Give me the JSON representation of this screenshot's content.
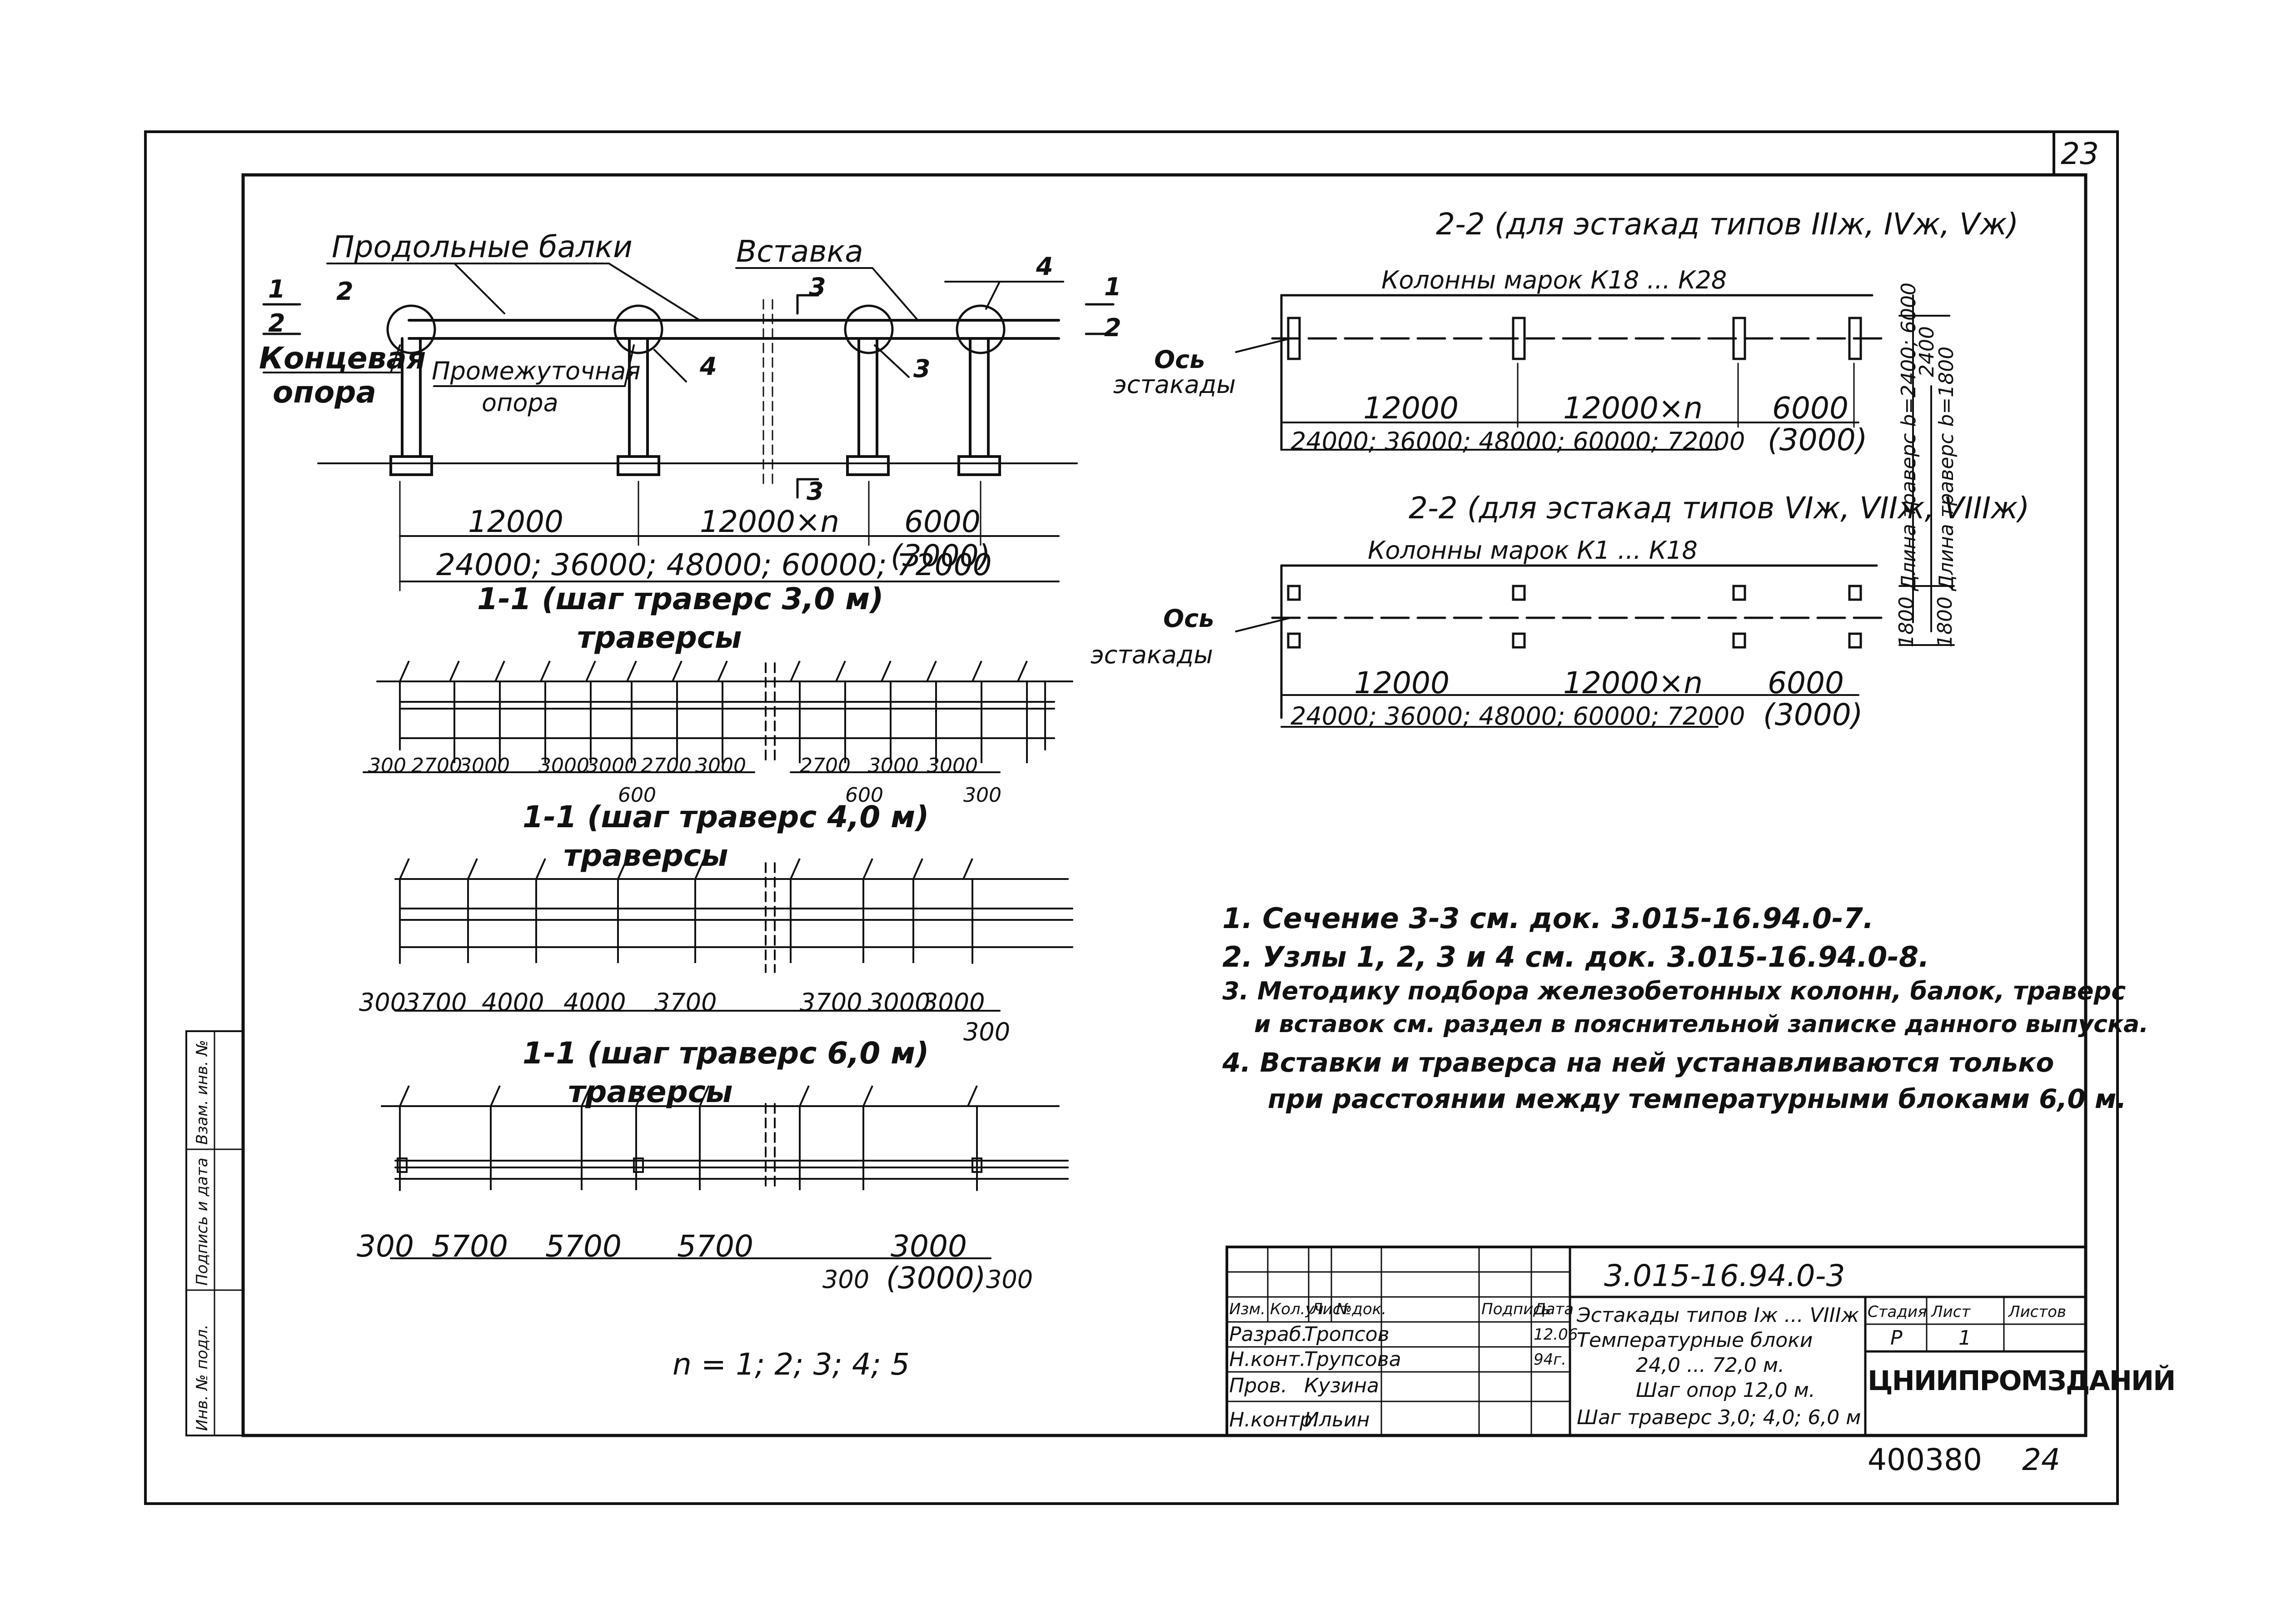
{
  "sheet_number": "23",
  "page_bottom_right": "24",
  "archive_number": "400380",
  "section_1_1": {
    "beams_label": "Продольные балки",
    "insert_label": "Вставка",
    "end_support": "Концевая",
    "end_support_2": "опора",
    "mid_support": "Промежуточная",
    "mid_support_2": "опора",
    "node_1a": "1",
    "node_2": "2",
    "node_4a": "4",
    "node_4b": "4",
    "node_3": "3",
    "cut_1": "1",
    "cut_2": "2",
    "cut_3_top": "3",
    "cut_3_bottom": "3",
    "mark_1": "1",
    "mark_2": "2",
    "dim_12000": "12000",
    "dim_12000n": "12000×n",
    "dim_6000": "6000",
    "dim_3000": "(3000)",
    "dim_total": "24000; 36000; 48000; 60000; 72000"
  },
  "plan_3m": {
    "title": "1-1 (шаг траверс 3,0 м)",
    "traverses": "траверсы",
    "dims": [
      "300",
      "2700",
      "3000",
      "3000",
      "3000",
      "2700",
      "3000",
      "2700",
      "3000",
      "3000"
    ],
    "sub_600": "600",
    "sub_600b": "600",
    "sub_300": "300"
  },
  "plan_4m": {
    "title": "1-1 (шаг траверс 4,0 м)",
    "traverses": "траверсы",
    "dims": [
      "300",
      "3700",
      "4000",
      "4000",
      "3700",
      "3700",
      "3000",
      "3000"
    ],
    "end_300": "300"
  },
  "plan_6m": {
    "title": "1-1 (шаг траверс 6,0 м)",
    "traverses": "траверсы",
    "dims": [
      "300",
      "5700",
      "5700",
      "5700"
    ],
    "dim_3000": "3000",
    "dim_3000b": "(3000)",
    "end_300a": "300",
    "end_300b": "300"
  },
  "n_values": "n = 1; 2; 3; 4; 5",
  "section_2_2_top": {
    "title": "2-2 (для эстакад типов IIIж, IVж, Vж)",
    "columns": "Колонны марок К18 ... К28",
    "axis": "Ось",
    "axis_2": "эстакады",
    "dim_12000": "12000",
    "dim_12000n": "12000×n",
    "dim_6000": "6000",
    "dim_3000": "(3000)",
    "dim_total": "24000; 36000; 48000; 60000; 72000",
    "dim_2400": "2400"
  },
  "section_2_2_bottom": {
    "title": "2-2 (для эстакад типов VIж, VIIж, VIIIж)",
    "columns": "Колонны марок К1 ... К18",
    "axis": "Ось",
    "axis_2": "эстакады",
    "dim_12000": "12000",
    "dim_12000n": "12000×n",
    "dim_6000": "6000",
    "dim_3000": "(3000)",
    "dim_total": "24000; 36000; 48000; 60000; 72000",
    "dim_1800": "1800",
    "dim_1800b": "1800",
    "side_1": "Длина траверс b=2400; 6000",
    "side_2": "Длина траверс b=1800"
  },
  "notes": [
    "1. Сечение 3-3 см. док. 3.015-16.94.0-7.",
    "2. Узлы 1, 2, 3 и 4 см. док. 3.015-16.94.0-8.",
    "3. Методику подбора железобетонных колонн, балок, траверс",
    "и вставок см. раздел в пояснительной записке данного выпуска.",
    "4. Вставки и траверса на ней устанавливаются только",
    "при расстоянии между температурными блоками 6,0 м."
  ],
  "stamp": {
    "code": "3.015-16.94.0-3",
    "header": [
      "Изм.",
      "Кол.уч",
      "Лист",
      "№док.",
      "Подпись",
      "Дата"
    ],
    "rows": [
      [
        "Разраб.",
        "Тропсов",
        "",
        "12.06"
      ],
      [
        "Н.конт.",
        "Трупсова",
        "",
        "94г."
      ],
      [
        "Пров.",
        "Кузина",
        "",
        ""
      ],
      [
        "Н.контр.",
        "Ильин",
        "",
        ""
      ]
    ],
    "title_lines": [
      "Эстакады типов Iж ... VIIIж",
      "Температурные блоки",
      "24,0 ... 72,0 м.",
      "Шаг опор 12,0 м.",
      "Шаг траверс 3,0; 4,0; 6,0 м"
    ],
    "stage_hdr": "Стадия",
    "sheet_hdr": "Лист",
    "sheets_hdr": "Листов",
    "stage_val": "Р",
    "sheet_val": "1",
    "org": "ЦНИИПРОМЗДАНИЙ"
  },
  "side_stamp": {
    "col_1": "Инв. № подл.",
    "col_2": "Подпись и дата",
    "col_3": "Взам. инв. №"
  }
}
